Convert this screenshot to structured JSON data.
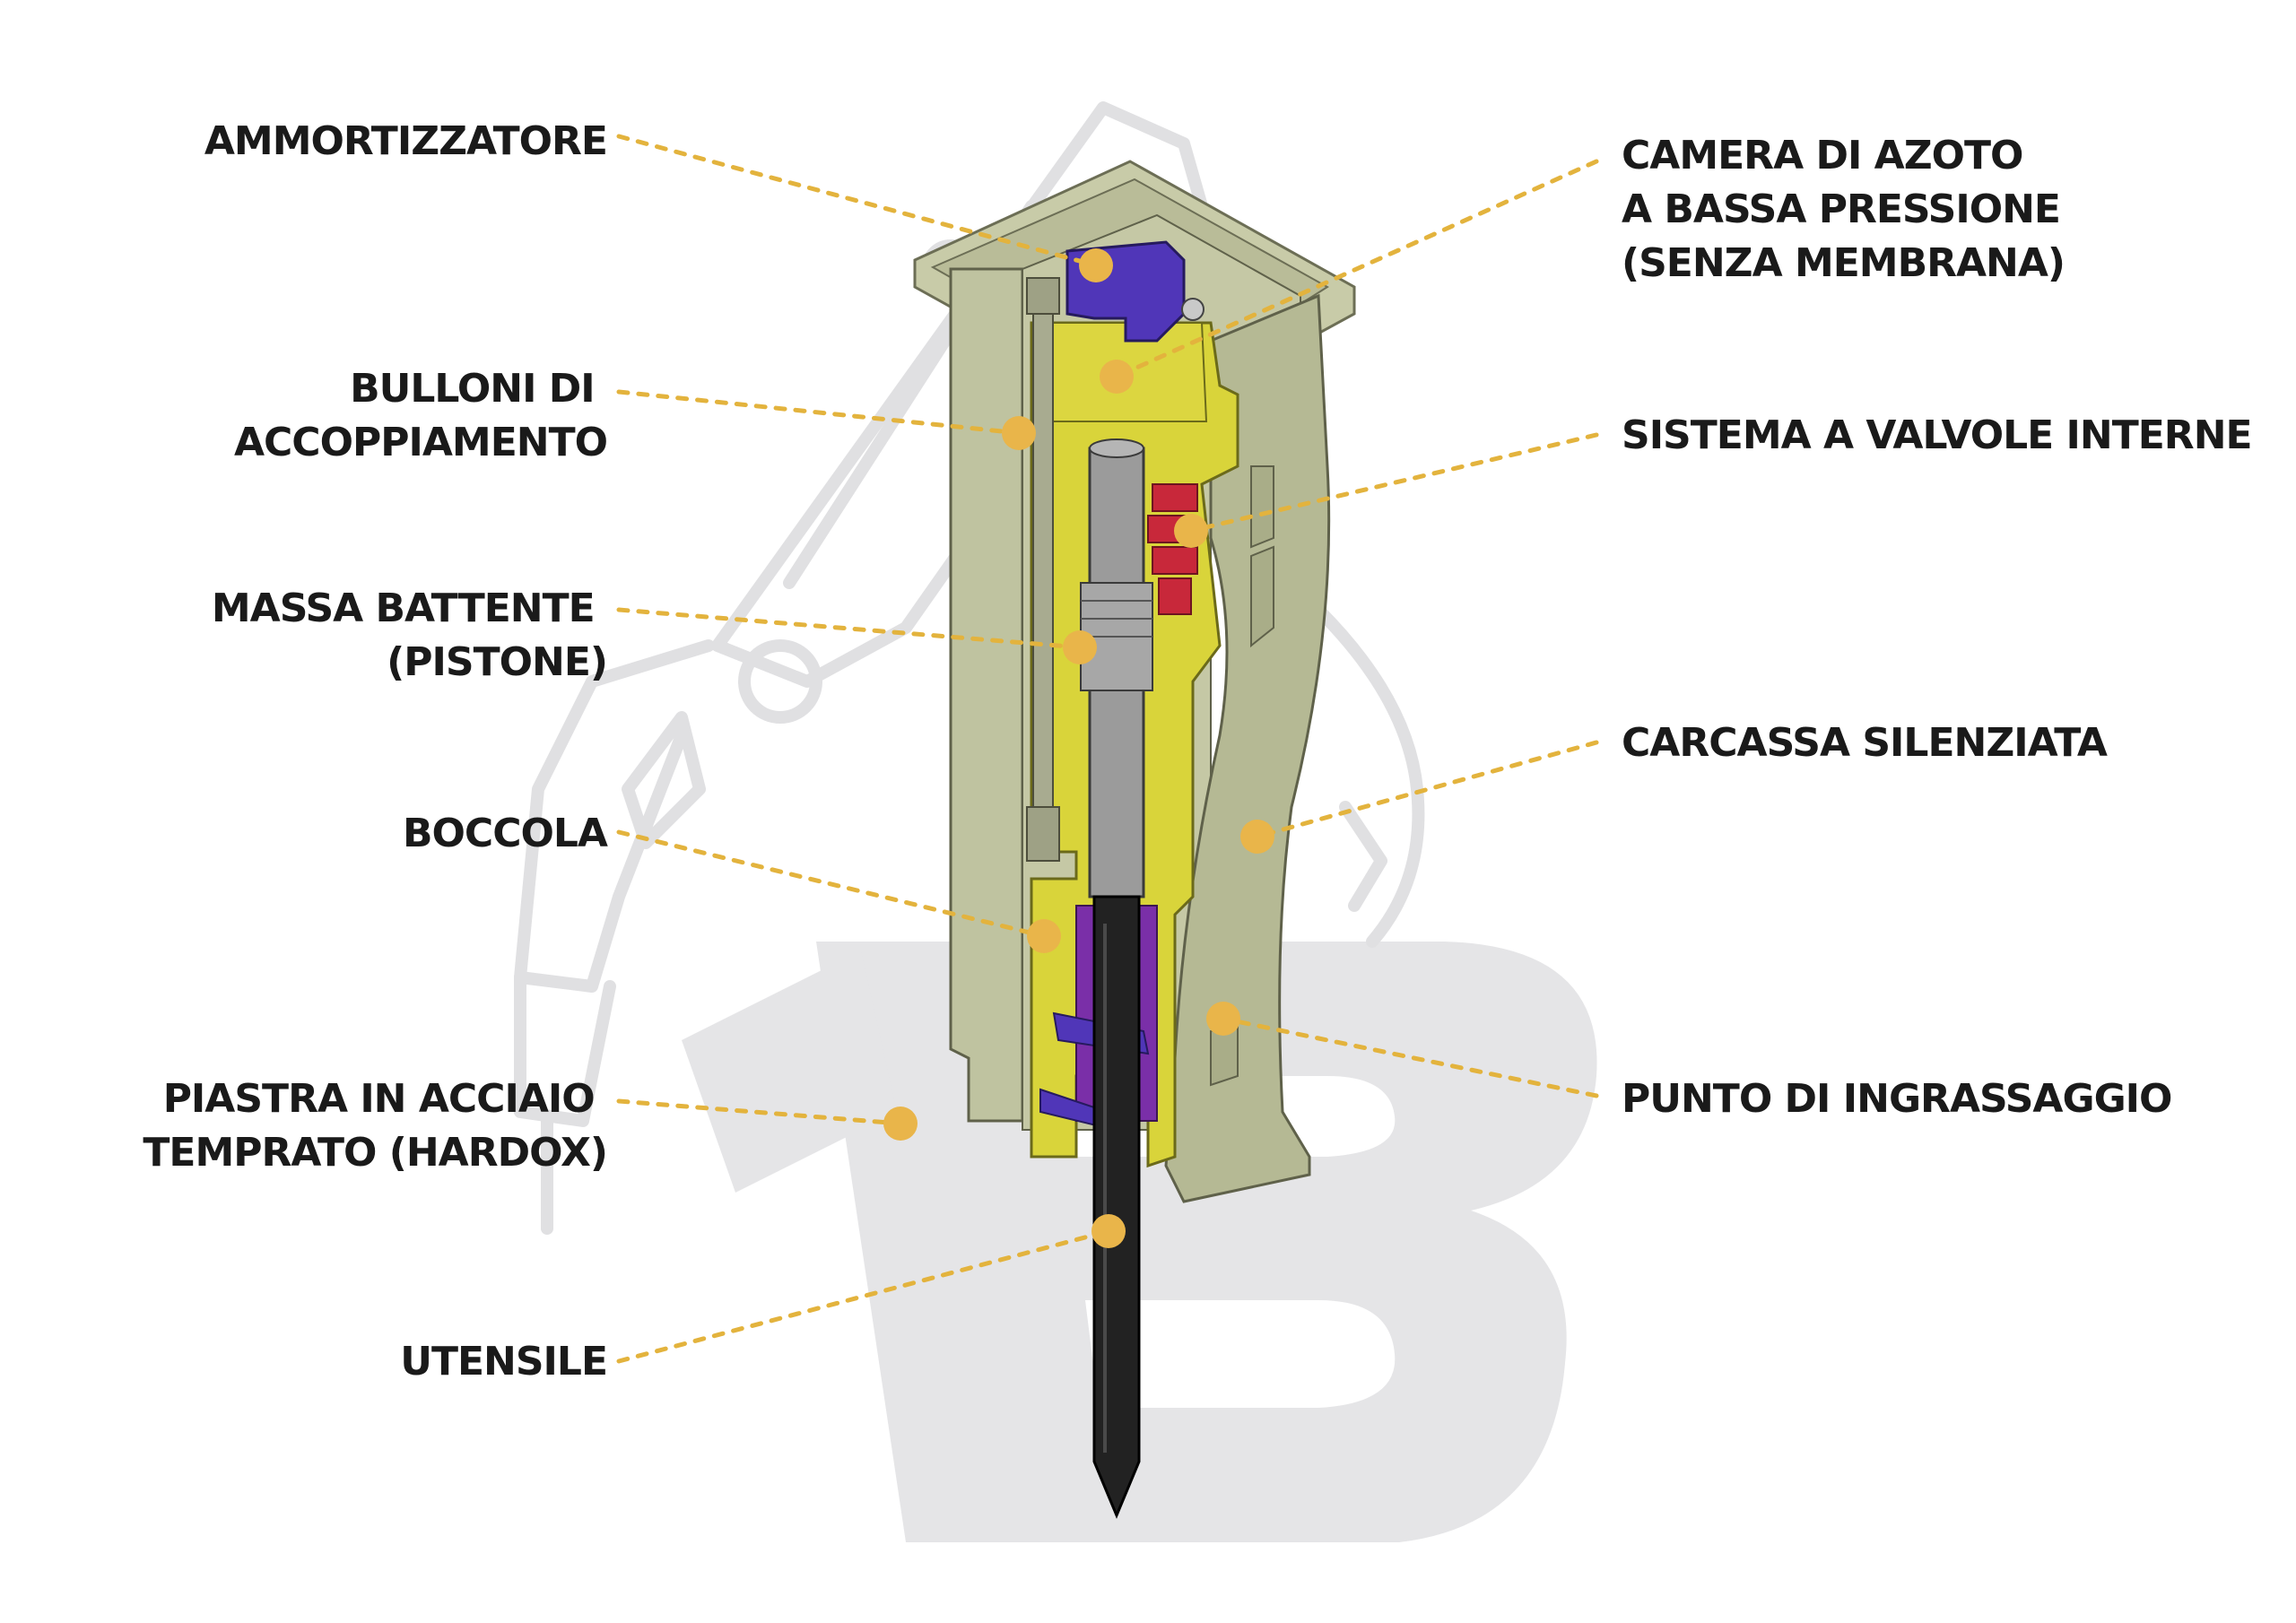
{
  "colors": {
    "leader": "#e3b33d",
    "dot": "#e9b54a",
    "housing": "#c2c6a4",
    "inner_body": "#d9d43a",
    "piston": "#9a9a9a",
    "damper": "#5036b8",
    "valve": "#c8283a",
    "tool": "#222222",
    "watermark": "#e5e5e7"
  },
  "callouts": {
    "left": [
      {
        "id": "ammortizzatore",
        "lines": [
          "AMMORTIZZATORE"
        ]
      },
      {
        "id": "bulloni",
        "lines": [
          "BULLONI DI",
          "ACCOPPIAMENTO"
        ]
      },
      {
        "id": "massa",
        "lines": [
          "MASSA BATTENTE",
          "(PISTONE)"
        ]
      },
      {
        "id": "boccola",
        "lines": [
          "BOCCOLA"
        ]
      },
      {
        "id": "piastra",
        "lines": [
          "PIASTRA IN ACCIAIO",
          "TEMPRATO (HARDOX)"
        ]
      },
      {
        "id": "utensile",
        "lines": [
          "UTENSILE"
        ]
      }
    ],
    "right": [
      {
        "id": "camera",
        "lines": [
          "CAMERA DI AZOTO",
          "A BASSA PRESSIONE",
          "(SENZA MEMBRANA)"
        ]
      },
      {
        "id": "sistema",
        "lines": [
          "SISTEMA A VALVOLE INTERNE"
        ]
      },
      {
        "id": "carcassa",
        "lines": [
          "CARCASSA SILENZIATA"
        ]
      },
      {
        "id": "punto",
        "lines": [
          "PUNTO DI INGRASSAGGIO"
        ]
      }
    ]
  }
}
